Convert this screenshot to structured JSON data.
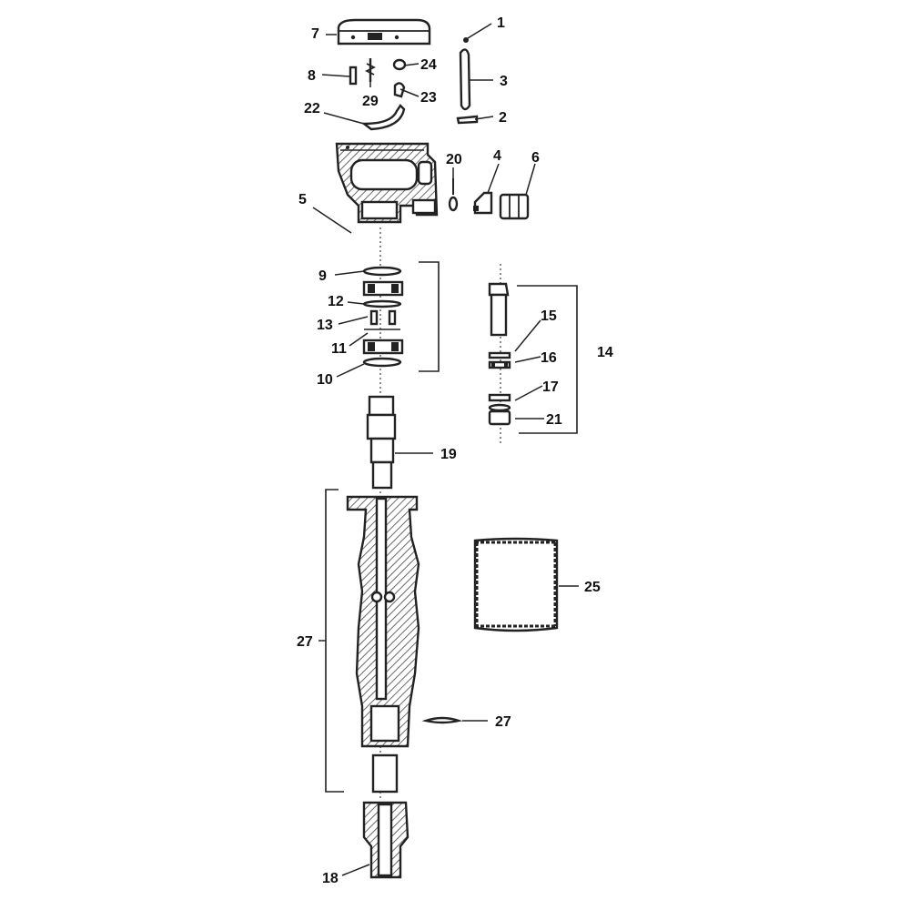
{
  "callouts": {
    "c1": "1",
    "c2": "2",
    "c3": "3",
    "c4": "4",
    "c5": "5",
    "c6": "6",
    "c7": "7",
    "c8": "8",
    "c9": "9",
    "c10": "10",
    "c11": "11",
    "c12": "12",
    "c13": "13",
    "c14": "14",
    "c15": "15",
    "c16": "16",
    "c17": "17",
    "c18": "18",
    "c19": "19",
    "c20": "20",
    "c21": "21",
    "c22": "22",
    "c23": "23",
    "c24": "24",
    "c25": "25",
    "c27_bracket": "27",
    "c27_clip": "27",
    "c29": "29"
  }
}
